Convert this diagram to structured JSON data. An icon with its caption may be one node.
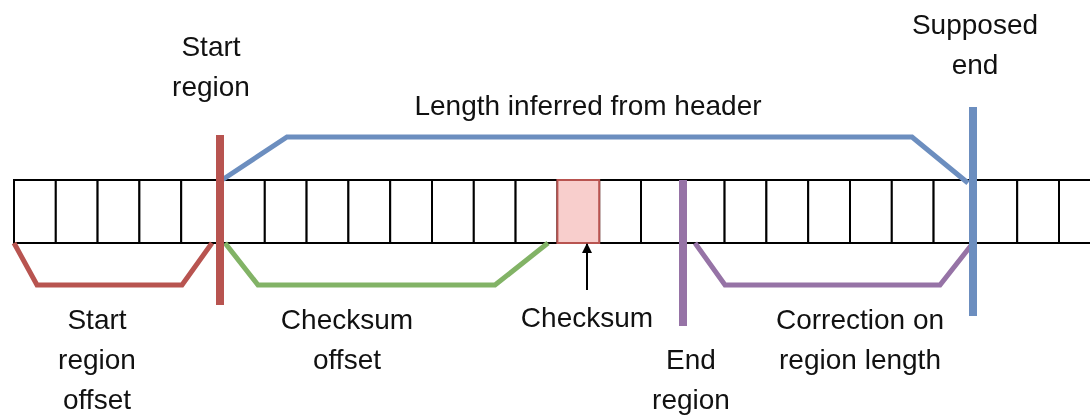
{
  "diagram": {
    "nodes": [
      {
        "text": [
          "Checksum"
        ]
      },
      {
        "text": [],
        "shape": "box"
      }
    ],
    "edges": [
      {
        "from": 0,
        "to": 1,
        "arrow": "to"
      }
    ],
    "labels": [
      "Start region",
      "Supposed end",
      "Length inferred from header",
      "Start region offset",
      "Checksum offset",
      "End region",
      "Correction on region length"
    ]
  }
}
